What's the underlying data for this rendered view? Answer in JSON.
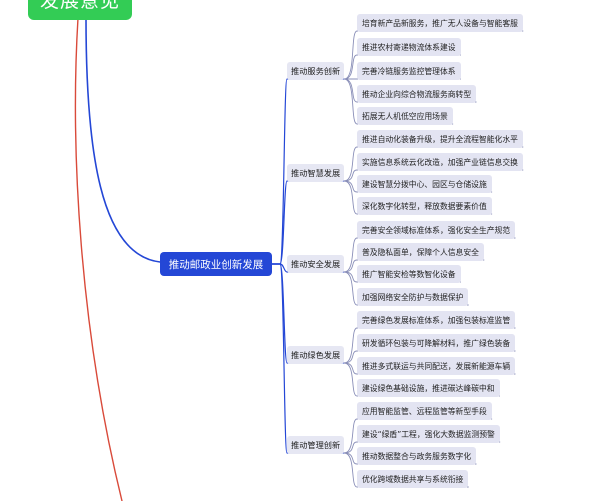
{
  "root": {
    "label": "发展意见"
  },
  "center": {
    "label": "推动邮政业创新发展"
  },
  "colors": {
    "root_fill": "#33cc55",
    "center_fill": "#2447d6",
    "blue_link": "#2447d6",
    "red_link": "#d94a3a",
    "node_fill": "#e3e4f2"
  },
  "branches": [
    {
      "label": "推动服务创新",
      "items": [
        "培育新产品新服务，推广无人设备与智能客服",
        "推进农村寄递物流体系建设",
        "完善冷链服务监控管理体系",
        "推动企业向综合物流服务商转型",
        "拓展无人机低空应用场景"
      ]
    },
    {
      "label": "推动智慧发展",
      "items": [
        "推进自动化装备升级，提升全流程智能化水平",
        "实施信息系统云化改造，加强产业链信息交换",
        "建设智慧分拨中心、园区与仓储设施",
        "深化数字化转型，释放数据要素价值"
      ]
    },
    {
      "label": "推动安全发展",
      "items": [
        "完善安全领域标准体系，强化安全生产规范",
        "普及隐私面单，保障个人信息安全",
        "推广智能安检等数智化设备",
        "加强网络安全防护与数据保护"
      ]
    },
    {
      "label": "推动绿色发展",
      "items": [
        "完善绿色发展标准体系，加强包装标准监管",
        "研发循环包装与可降解材料，推广绿色装备",
        "推进多式联运与共同配送，发展新能源车辆",
        "建设绿色基础设施，推进碳达峰碳中和"
      ]
    },
    {
      "label": "推动管理创新",
      "items": [
        "应用智能监管、远程监管等新型手段",
        "建设“绿盾”工程，强化大数据监测预警",
        "推动数据整合与政务服务数字化",
        "优化跨域数据共享与系统衔接"
      ]
    }
  ]
}
